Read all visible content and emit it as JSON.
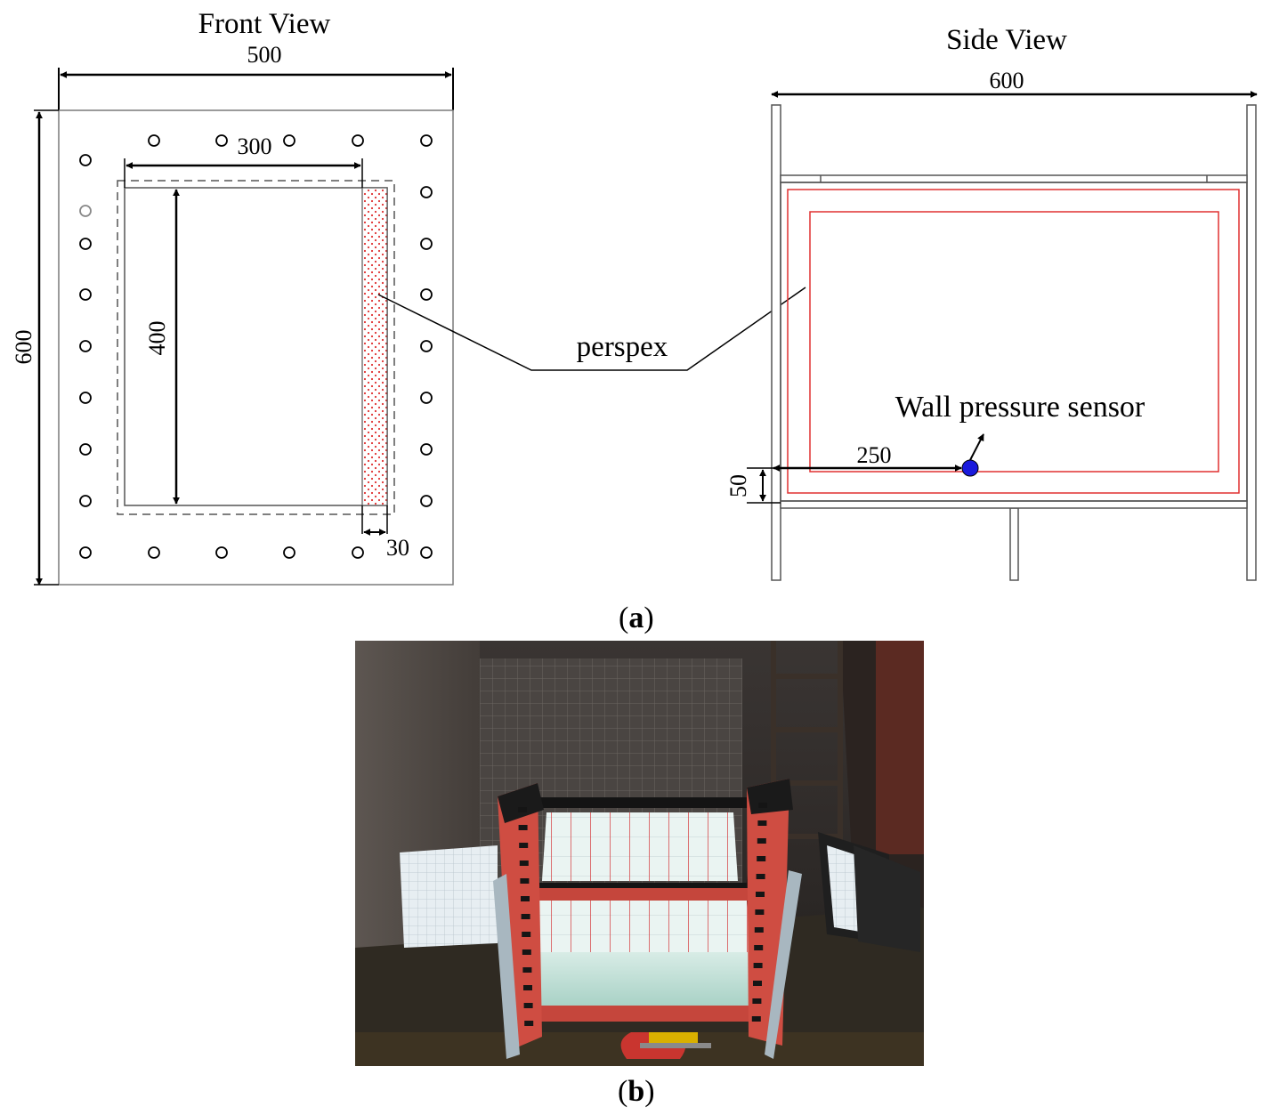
{
  "figure": {
    "front_view": {
      "title": "Front View",
      "dim_width": "500",
      "dim_height": "600",
      "dim_inner_width": "300",
      "dim_inner_height": "400",
      "dim_perspex_width": "30"
    },
    "side_view": {
      "title": "Side View",
      "dim_width": "600",
      "dim_sensor_x": "250",
      "dim_sensor_y": "50",
      "sensor_label": "Wall pressure sensor"
    },
    "shared_label": "perspex",
    "colors": {
      "line": "#000000",
      "frame": "#7a7a7a",
      "perspex": "#e03030",
      "sensor": "#1a1adc"
    }
  },
  "captions": {
    "a_letter": "a",
    "b_letter": "b"
  }
}
